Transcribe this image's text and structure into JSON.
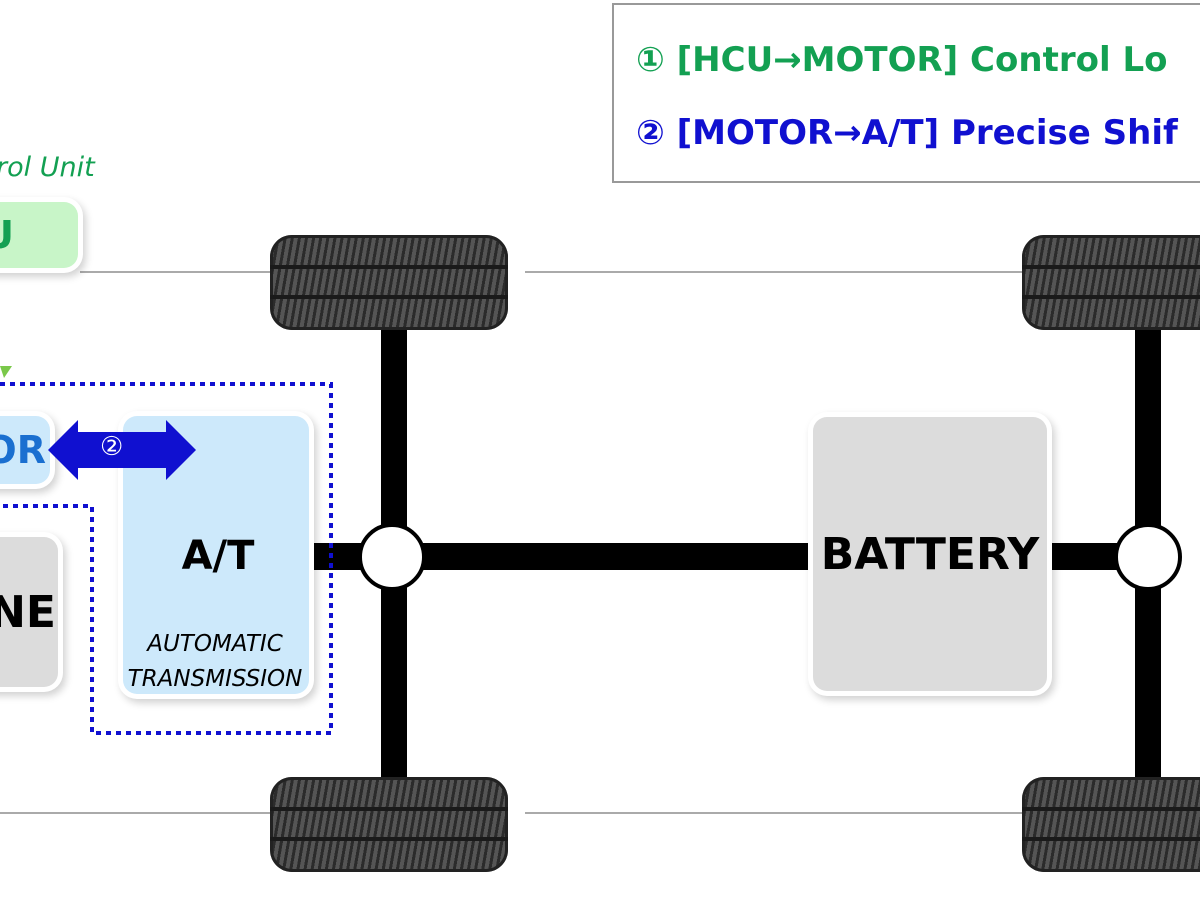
{
  "legend": {
    "item1": "① [HCU→MOTOR] Control Lo",
    "item2": "② [MOTOR→A/T] Precise Shif"
  },
  "hcu": {
    "caption": "rol Unit",
    "label": "U"
  },
  "motor": {
    "label": "OR"
  },
  "arrow": {
    "label": "②"
  },
  "engine": {
    "label": "NE"
  },
  "transmission": {
    "label": "A/T",
    "caption_line1": "AUTOMATIC",
    "caption_line2": "TRANSMISSION"
  },
  "battery": {
    "label": "BATTERY"
  },
  "colors": {
    "green": "#13a052",
    "blue": "#1010d0",
    "hcu_fill": "#c8f5c8",
    "at_fill": "#cde9fb",
    "gray_fill": "#dcdcdc"
  }
}
